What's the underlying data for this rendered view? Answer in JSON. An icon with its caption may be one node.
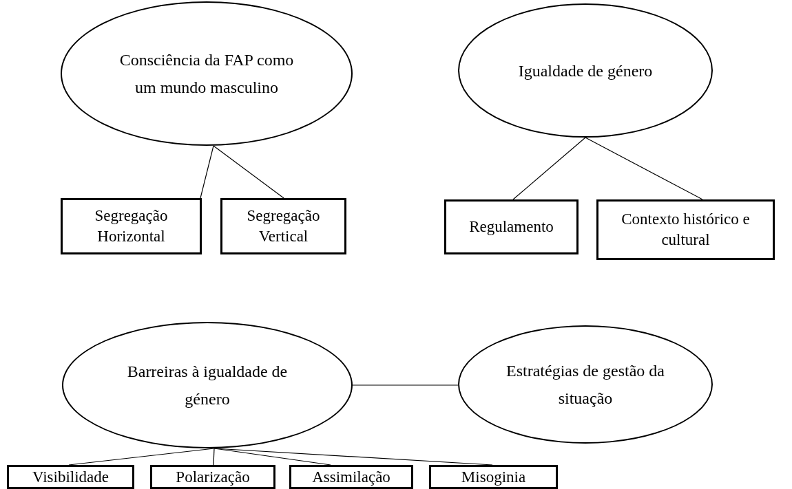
{
  "diagram": {
    "nodes": [
      {
        "text": [
          "Consciência da FAP como um mundo masculino"
        ]
      },
      {
        "text": [
          "Igualdade de género"
        ]
      },
      {
        "text": [
          "Segregação Horizontal"
        ]
      },
      {
        "text": [
          "Segregação Vertical"
        ]
      },
      {
        "text": [
          "Regulamento"
        ]
      },
      {
        "text": [
          "Contexto histórico e cultural"
        ]
      },
      {
        "text": [
          "Barreiras à igualdade de género"
        ]
      },
      {
        "text": [
          "Estratégias de gestão da situação"
        ]
      },
      {
        "text": [
          "Visibilidade"
        ]
      },
      {
        "text": [
          "Polarização"
        ]
      },
      {
        "text": [
          "Assimilação"
        ]
      },
      {
        "text": [
          "Misoginia"
        ]
      }
    ],
    "edges": [
      {
        "from": 0,
        "to": 2,
        "arrow": "none"
      },
      {
        "from": 0,
        "to": 3,
        "arrow": "none"
      },
      {
        "from": 1,
        "to": 4,
        "arrow": "none"
      },
      {
        "from": 1,
        "to": 5,
        "arrow": "none"
      },
      {
        "from": 6,
        "to": 7,
        "arrow": "none"
      },
      {
        "from": 6,
        "to": 8,
        "arrow": "none"
      },
      {
        "from": 6,
        "to": 9,
        "arrow": "none"
      },
      {
        "from": 6,
        "to": 10,
        "arrow": "none"
      },
      {
        "from": 6,
        "to": 11,
        "arrow": "none"
      }
    ]
  }
}
